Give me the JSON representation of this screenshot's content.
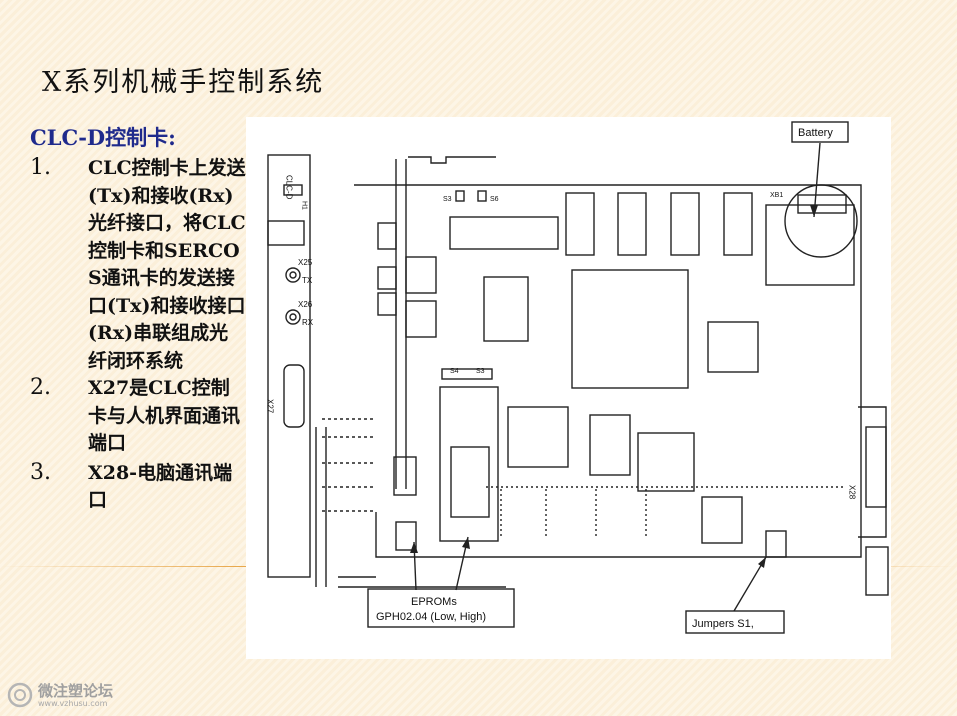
{
  "title": "X系列机械手控制系统",
  "subtitle": "CLC-D控制卡:",
  "items": [
    {
      "number": "1.",
      "text": "CLC控制卡上发送(Tx)和接收(Rx)光纤接口，将CLC控制卡和SERCOS通讯卡的发送接口(Tx)和接收接口(Rx)串联组成光纤闭环系统"
    },
    {
      "number": "2.",
      "text": "X27是CLC控制卡与人机界面通讯端口"
    },
    {
      "number": "3.",
      "text": "X28-电脑通讯端口"
    }
  ],
  "figure": {
    "labels": {
      "battery": "Battery",
      "xb1": "XB1",
      "s3_top": "S3",
      "s6": "S6",
      "s4": "S4",
      "s3": "S3",
      "eproms_line1": "EPROMs",
      "eproms_line2": "GPH02.04 (Low, High)",
      "jumpers": "Jumpers S1,",
      "card_name": "CLC-D",
      "h1": "H1",
      "x25": "X25",
      "tx": "TX",
      "x26": "X26",
      "rx": "RX",
      "x27": "X27",
      "x28": "X28"
    }
  },
  "watermark": {
    "name": "微注塑论坛",
    "url": "www.vzhusu.com"
  }
}
